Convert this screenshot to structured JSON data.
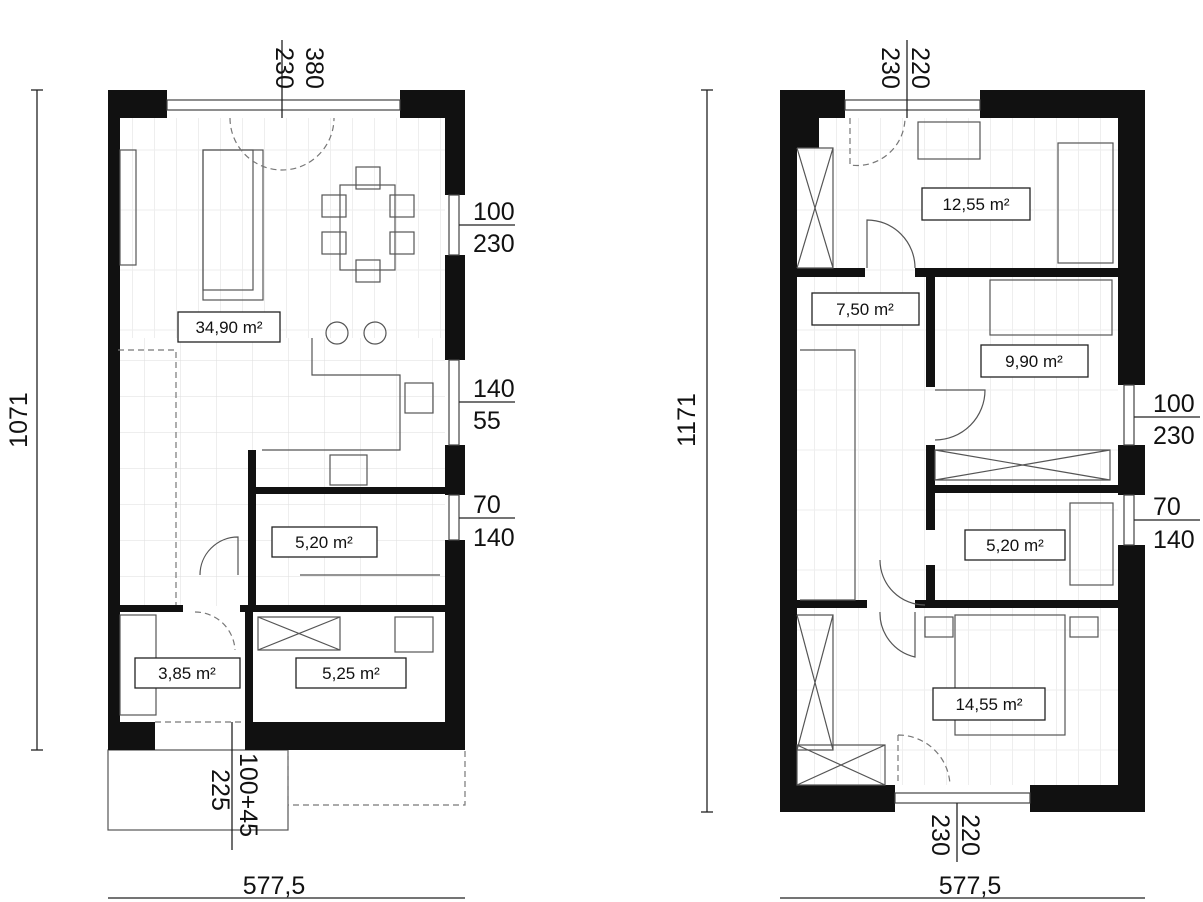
{
  "ground_floor": {
    "rooms": [
      {
        "area": "34,90 m²"
      },
      {
        "area": "5,20 m²"
      },
      {
        "area": "3,85 m²"
      },
      {
        "area": "5,25 m²"
      }
    ],
    "dimensions": {
      "height": "1071",
      "width": "577,5",
      "top_window": [
        "230",
        "380"
      ],
      "right_windows": [
        [
          "100",
          "230"
        ],
        [
          "140",
          "55"
        ],
        [
          "70",
          "140"
        ]
      ],
      "entrance": [
        "225",
        "100+45"
      ]
    }
  },
  "upper_floor": {
    "rooms": [
      {
        "area": "12,55 m²"
      },
      {
        "area": "7,50 m²"
      },
      {
        "area": "9,90 m²"
      },
      {
        "area": "5,20 m²"
      },
      {
        "area": "14,55 m²"
      }
    ],
    "dimensions": {
      "height": "1171",
      "width": "577,5",
      "top_window": [
        "230",
        "220"
      ],
      "right_windows": [
        [
          "100",
          "230"
        ],
        [
          "70",
          "140"
        ]
      ],
      "bottom_window": [
        "230",
        "220"
      ]
    }
  }
}
